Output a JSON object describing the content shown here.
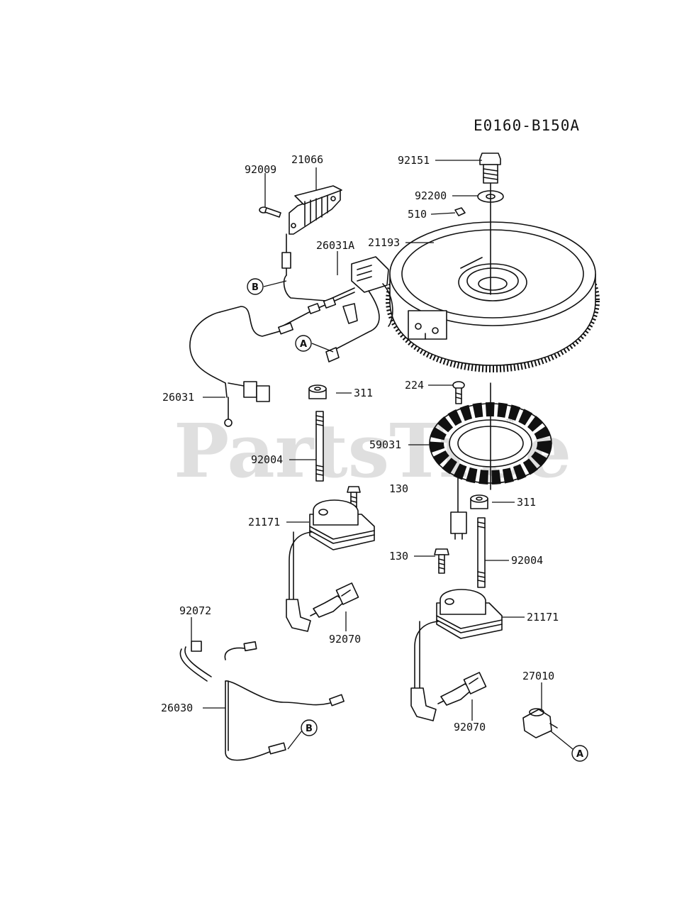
{
  "diagram_code": "E0160-B150A",
  "watermark": {
    "text": "PartsTree",
    "mark": "™"
  },
  "parts": {
    "p92151": "92151",
    "p92200": "92200",
    "p510": "510",
    "p21193": "21193",
    "p92009": "92009",
    "p21066": "21066",
    "p26031A": "26031A",
    "p26031": "26031",
    "p311_a": "311",
    "p224": "224",
    "p59031": "59031",
    "p92004_a": "92004",
    "p130_a": "130",
    "p311_b": "311",
    "p21171_a": "21171",
    "p130_b": "130",
    "p92004_b": "92004",
    "p92070_a": "92070",
    "p92072": "92072",
    "p21171_b": "21171",
    "p26030": "26030",
    "p27010": "27010",
    "p92070_b": "92070"
  },
  "connectors": {
    "b_top": "B",
    "a_mid": "A",
    "b_bottom": "B",
    "a_bottom": "A"
  }
}
